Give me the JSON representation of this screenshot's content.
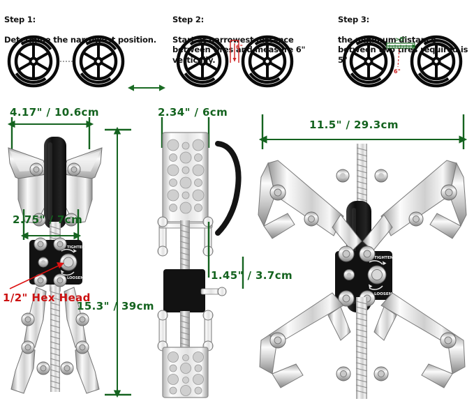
{
  "steps": [
    {
      "id": "step1",
      "title": "Step 1:",
      "body": "Determine the narrowest position.",
      "wheel_count": 2
    },
    {
      "id": "step2",
      "title": "Step 2:",
      "body": "Start at narrowest distance\nbetween tires and measure 6\" vertically.",
      "wheel_count": 2,
      "marker": "6\"",
      "marker_color": "#cc2222"
    },
    {
      "id": "step3",
      "title": "Step 3:",
      "body": "the minimum distance\nbetween two tires required is 5\"",
      "wheel_count": 2,
      "ruler_label": ">5\"",
      "ruler_color": "#1a6b23",
      "drop_label": "6\"",
      "drop_color": "#cc2222"
    }
  ],
  "views": {
    "front_open": {
      "name": "front-view-open",
      "dim_width": "4.17\" / 10.6cm",
      "dim_inner": "2.75\" / 7cm",
      "dim_height": "15.3\" / 39cm",
      "callout": "1/2\" Hex Head",
      "callout_color": "#dd1111",
      "hub_tighten": "TIGHTEN",
      "hub_loosen": "LOOSEN"
    },
    "side": {
      "name": "side-view",
      "dim_width": "2.34\" / 6cm",
      "dim_depth": "1.45\" / 3.7cm"
    },
    "front_spread": {
      "name": "front-view-spread",
      "dim_width": "11.5\" / 29.3cm",
      "hub_tighten": "TIGHTEN",
      "hub_loosen": "LOOSEN"
    }
  },
  "gap_arrow": {
    "name": "tire-gap-arrow",
    "color": "#1a6b23"
  },
  "colors": {
    "green": "#14631f",
    "red": "#cc1111",
    "steel_light": "#f2f2f2",
    "steel_mid": "#c9c9c9",
    "steel_dark": "#8d8d8d",
    "black": "#151515"
  }
}
